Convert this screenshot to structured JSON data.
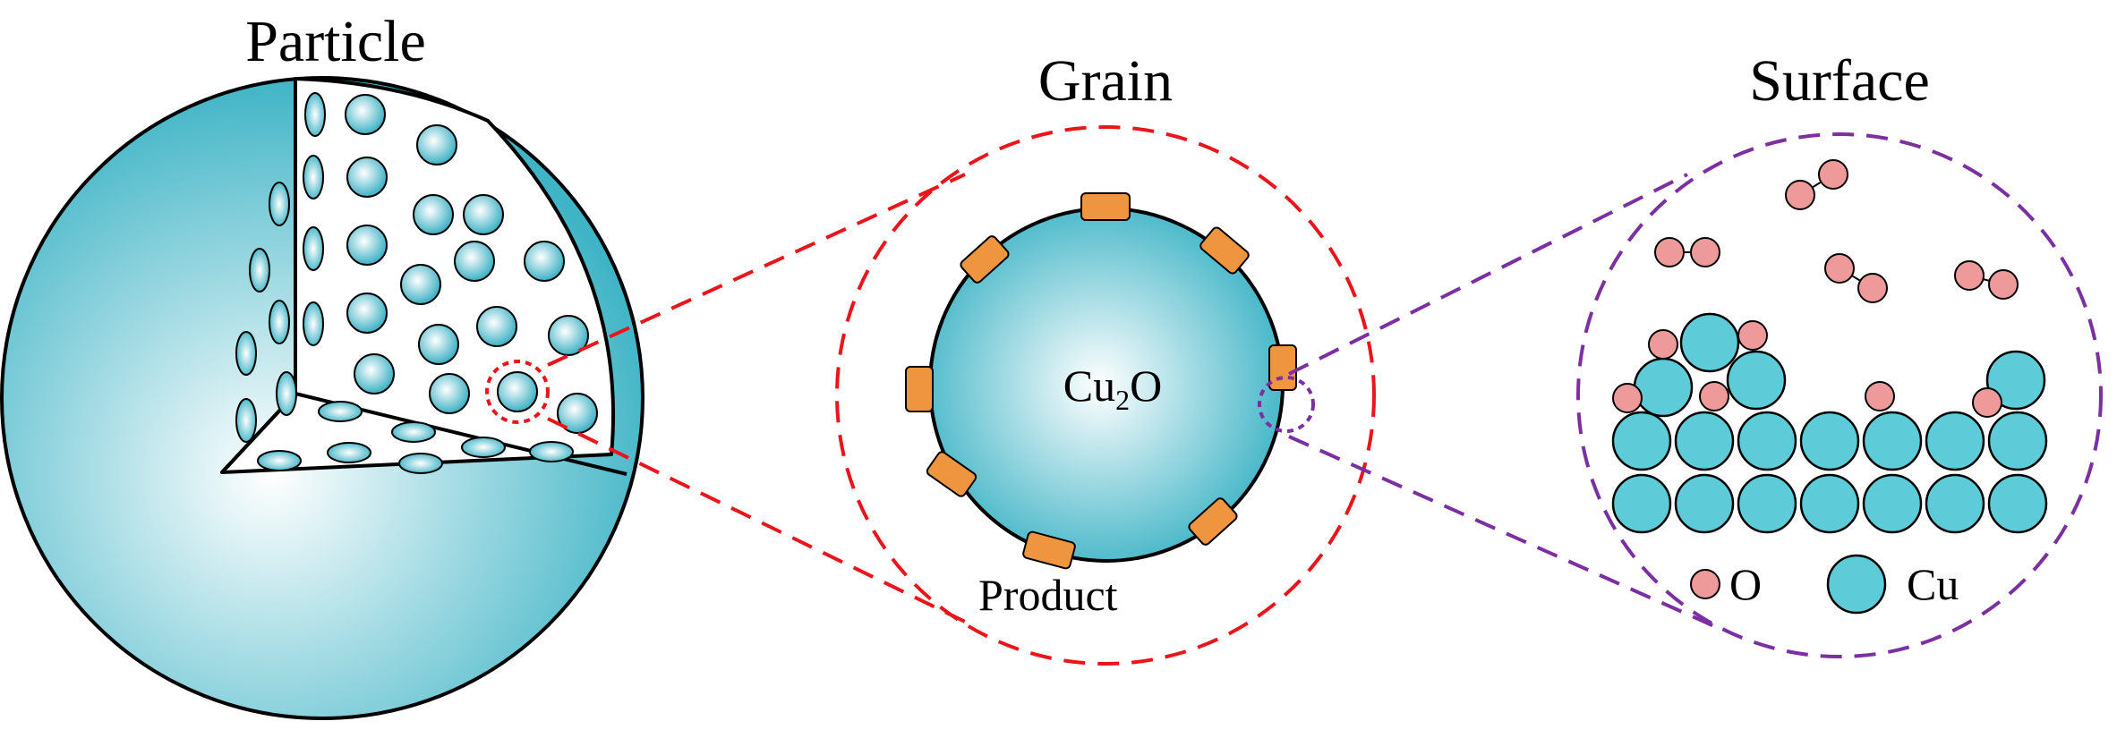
{
  "titles": {
    "particle": "Particle",
    "grain": "Grain",
    "surface": "Surface"
  },
  "labels": {
    "cu2o_main": "Cu",
    "cu2o_sub": "2",
    "cu2o_tail": "O",
    "product": "Product"
  },
  "legend": {
    "o_label": "O",
    "cu_label": "Cu"
  },
  "colors": {
    "sphere_light": "#ffffff",
    "sphere_dark": "#3fb4c6",
    "cu_atom": "#5dcbd8",
    "o_atom": "#ef9a9a",
    "product": "#f0953f",
    "zoom_red": "#e8161b",
    "zoom_purple": "#7b2fa0",
    "outline": "#000000"
  }
}
